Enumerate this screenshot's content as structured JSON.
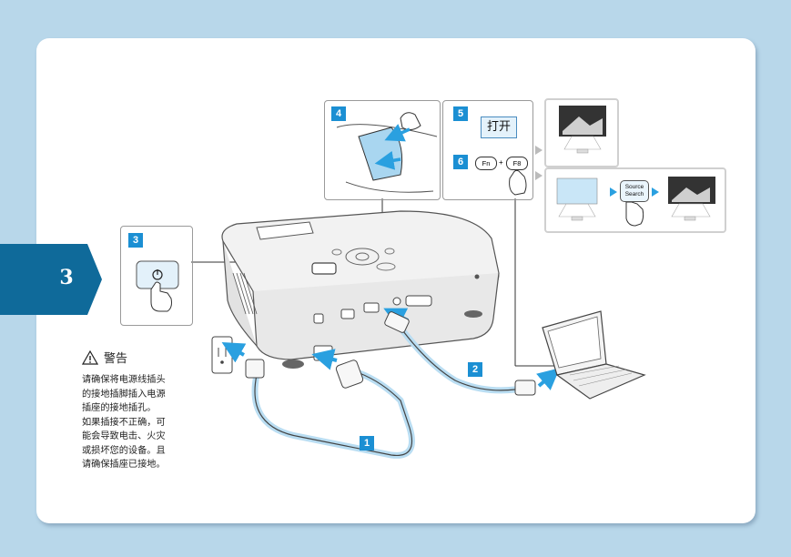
{
  "section_number": "3",
  "steps": {
    "step1": "1",
    "step2": "2",
    "step3": "3",
    "step4": "4",
    "step5": "5",
    "step6": "6"
  },
  "step5_label": "打开",
  "keys": {
    "fn": "Fn",
    "plus": "+",
    "f8": "F8"
  },
  "source_search": {
    "line1": "Source",
    "line2": "Search"
  },
  "warning": {
    "title": "警告",
    "lines": [
      "请确保将电源线插头",
      "的接地插脚插入电源",
      "插座的接地插孔。",
      "如果插接不正确，可",
      "能会导致电击、火灾",
      "或损坏您的设备。且",
      "请确保插座已接地。"
    ]
  },
  "colors": {
    "background": "#b8d7ea",
    "tab_blue": "#0f6a9a",
    "badge_blue": "#1b8fd3",
    "arrow_blue": "#2aa0e0"
  }
}
